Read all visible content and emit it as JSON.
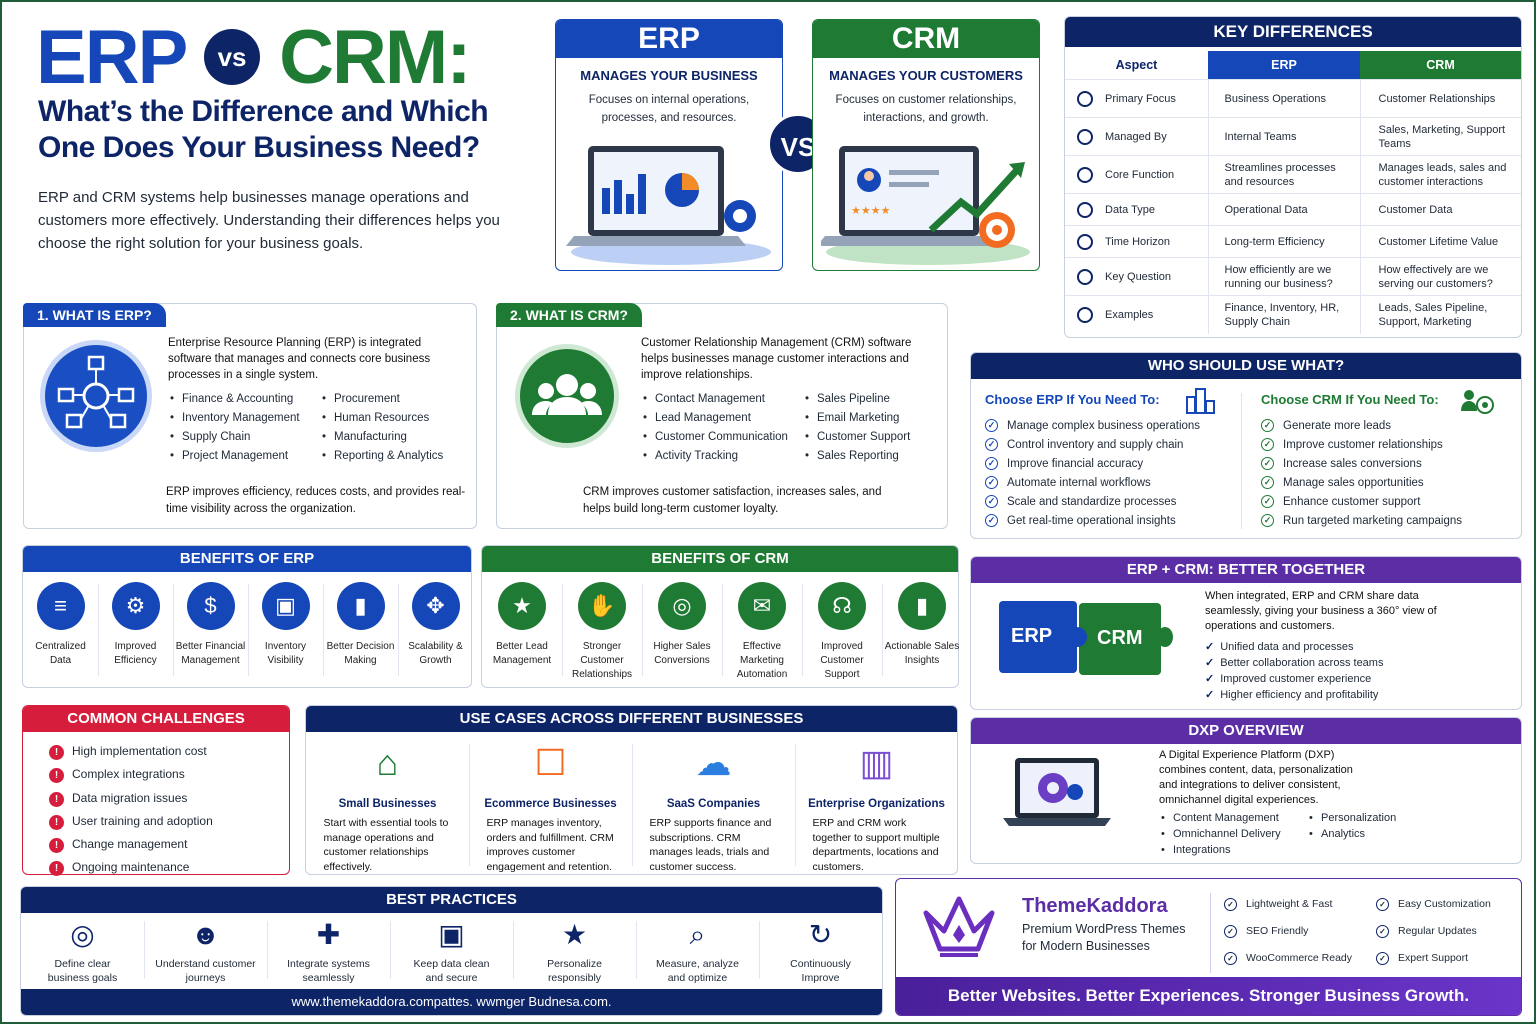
{
  "hero": {
    "erp": "ERP",
    "vs": "vs",
    "crm": "CRM:",
    "subtitle_1": "What’s the Difference and Which",
    "subtitle_2": "One Does Your Business Need?",
    "intro_1": "ERP and CRM systems help businesses manage operations and",
    "intro_2": "customers more effectively. Understanding their differences helps you",
    "intro_3": "choose the right solution for your business goals."
  },
  "erp_card": {
    "title": "ERP",
    "tag": "MANAGES YOUR BUSINESS",
    "desc_1": "Focuses on internal operations,",
    "desc_2": "processes, and resources."
  },
  "crm_card": {
    "title": "CRM",
    "tag": "MANAGES YOUR CUSTOMERS",
    "desc_1": "Focuses on customer relationships,",
    "desc_2": "interactions, and growth."
  },
  "vs_badge": "VS",
  "key_diff": {
    "title": "KEY DIFFERENCES",
    "head": [
      "Aspect",
      "ERP",
      "CRM"
    ],
    "rows": [
      {
        "aspect": "Primary Focus",
        "erp": "Business Operations",
        "crm": "Customer Relationships"
      },
      {
        "aspect": "Managed By",
        "erp": "Internal Teams",
        "crm": "Sales, Marketing, Support Teams"
      },
      {
        "aspect": "Core Function",
        "erp": "Streamlines processes and resources",
        "crm": "Manages leads, sales and customer interactions"
      },
      {
        "aspect": "Data Type",
        "erp": "Operational Data",
        "crm": "Customer Data"
      },
      {
        "aspect": "Time Horizon",
        "erp": "Long-term Efficiency",
        "crm": "Customer Lifetime Value"
      },
      {
        "aspect": "Key Question",
        "erp": "How efficiently are we running our business?",
        "crm": "How effectively are we serving our customers?"
      },
      {
        "aspect": "Examples",
        "erp": "Finance, Inventory, HR, Supply Chain",
        "crm": "Leads, Sales Pipeline, Support, Marketing"
      }
    ]
  },
  "what_erp": {
    "tag": "1. WHAT IS ERP?",
    "desc": "Enterprise Resource Planning (ERP) is integrated software that manages and connects core business processes in a single system.",
    "col1": [
      "Finance & Accounting",
      "Inventory Management",
      "Supply Chain",
      "Project Management"
    ],
    "col2": [
      "Procurement",
      "Human Resources",
      "Manufacturing",
      "Reporting & Analytics"
    ],
    "footer": "ERP improves efficiency, reduces costs, and provides real-time visibility across the organization."
  },
  "what_crm": {
    "tag": "2. WHAT IS CRM?",
    "desc": "Customer Relationship Management (CRM) software helps businesses manage customer interactions and improve relationships.",
    "col1": [
      "Contact Management",
      "Lead Management",
      "Customer Communication",
      "Activity Tracking"
    ],
    "col2": [
      "Sales Pipeline",
      "Email Marketing",
      "Customer Support",
      "Sales Reporting"
    ],
    "footer": "CRM improves customer satisfaction, increases sales, and helps build long-term customer loyalty."
  },
  "who": {
    "title": "WHO SHOULD USE WHAT?",
    "erp_head": "Choose ERP If You Need To:",
    "erp_items": [
      "Manage complex business operations",
      "Control inventory and supply chain",
      "Improve financial accuracy",
      "Automate internal workflows",
      "Scale and standardize processes",
      "Get real-time operational insights"
    ],
    "crm_head": "Choose CRM If You Need To:",
    "crm_items": [
      "Generate more leads",
      "Improve customer relationships",
      "Increase sales conversions",
      "Manage sales opportunities",
      "Enhance customer support",
      "Run targeted marketing campaigns"
    ]
  },
  "benefits_erp": {
    "title": "BENEFITS OF ERP",
    "items": [
      {
        "l1": "Centralized",
        "l2": "Data",
        "icon": "database-icon"
      },
      {
        "l1": "Improved",
        "l2": "Efficiency",
        "icon": "gear-icon"
      },
      {
        "l1": "Better Financial",
        "l2": "Management",
        "icon": "dollar-icon"
      },
      {
        "l1": "Inventory",
        "l2": "Visibility",
        "icon": "box-icon"
      },
      {
        "l1": "Better Decision",
        "l2": "Making",
        "icon": "chart-icon"
      },
      {
        "l1": "Scalability &",
        "l2": "Growth",
        "icon": "expand-icon"
      }
    ]
  },
  "benefits_crm": {
    "title": "BENEFITS OF CRM",
    "items": [
      {
        "l1": "Better Lead",
        "l2": "Management",
        "icon": "stars-icon"
      },
      {
        "l1": "Stronger Customer",
        "l2": "Relationships",
        "icon": "handshake-icon"
      },
      {
        "l1": "Higher Sales",
        "l2": "Conversions",
        "icon": "target-icon"
      },
      {
        "l1": "Effective Marketing",
        "l2": "Automation",
        "icon": "mail-icon"
      },
      {
        "l1": "Improved Customer",
        "l2": "Support",
        "icon": "headset-icon"
      },
      {
        "l1": "Actionable Sales",
        "l2": "Insights",
        "icon": "chart-icon"
      }
    ]
  },
  "together": {
    "title": "ERP + CRM: BETTER TOGETHER",
    "piece_erp": "ERP",
    "piece_crm": "CRM",
    "desc": "When integrated, ERP and CRM share data seamlessly, giving your business a 360° view of operations and customers.",
    "items": [
      "Unified data and processes",
      "Better collaboration across teams",
      "Improved customer experience",
      "Higher efficiency and profitability"
    ]
  },
  "challenges": {
    "title": "COMMON CHALLENGES",
    "items": [
      "High implementation cost",
      "Complex integrations",
      "Data migration issues",
      "User training and adoption",
      "Change management",
      "Ongoing maintenance"
    ]
  },
  "use_cases": {
    "title": "USE CASES ACROSS DIFFERENT BUSINESSES",
    "items": [
      {
        "name": "Small Businesses",
        "desc": "Start with essential tools to manage operations and customer relationships effectively.",
        "icon": "store-icon"
      },
      {
        "name": "Ecommerce Businesses",
        "desc": "ERP manages inventory, orders and fulfillment. CRM improves customer engagement and retention.",
        "icon": "cart-icon"
      },
      {
        "name": "SaaS Companies",
        "desc": "ERP supports finance and subscriptions. CRM manages leads, trials and customer success.",
        "icon": "cloud-icon"
      },
      {
        "name": "Enterprise Organizations",
        "desc": "ERP and CRM work together to support multiple departments, locations and customers.",
        "icon": "building-icon"
      }
    ]
  },
  "dxp": {
    "title": "DXP OVERVIEW",
    "desc": "A Digital Experience Platform (DXP) combines content, data, personalization and integrations to deliver consistent, omnichannel digital experiences.",
    "col1": [
      "Content Management",
      "Omnichannel Delivery",
      "Integrations"
    ],
    "col2": [
      "Personalization",
      "Analytics"
    ]
  },
  "best": {
    "title": "BEST PRACTICES",
    "items": [
      {
        "l1": "Define clear",
        "l2": "business goals",
        "icon": "target-icon"
      },
      {
        "l1": "Understand customer",
        "l2": "journeys",
        "icon": "users-icon"
      },
      {
        "l1": "Integrate systems",
        "l2": "seamlessly",
        "icon": "puzzle-icon"
      },
      {
        "l1": "Keep data clean",
        "l2": "and secure",
        "icon": "lock-icon"
      },
      {
        "l1": "Personalize",
        "l2": "responsibly",
        "icon": "user-star-icon"
      },
      {
        "l1": "Measure, analyze",
        "l2": "and optimize",
        "icon": "search-chart-icon"
      },
      {
        "l1": "Continuously",
        "l2": "Improve",
        "icon": "refresh-icon"
      }
    ],
    "url": "www.themekaddora.compattes. wwmger Budnesa.com."
  },
  "brand": {
    "name": "ThemeKaddora",
    "tag1": "Premium WordPress Themes",
    "tag2": "for Modern Businesses",
    "features": [
      "Lightweight & Fast",
      "Easy Customization",
      "SEO Friendly",
      "Regular Updates",
      "WooCommerce Ready",
      "Expert Support"
    ],
    "slogan": "Better Websites. Better Experiences. Stronger Business Growth."
  },
  "colors": {
    "navy": "#0d2467",
    "blue": "#1547b8",
    "green": "#1f7a34",
    "purple": "#5b2ea6",
    "red": "#d61d3c"
  }
}
